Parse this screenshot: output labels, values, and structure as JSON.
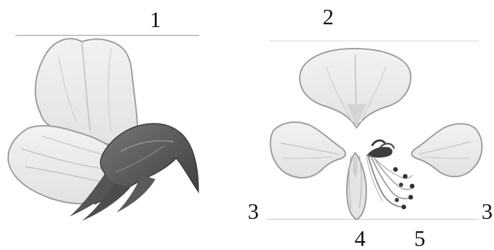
{
  "labels": {
    "one": "1",
    "two": "2",
    "three_left": "3",
    "three_right": "3",
    "four": "4",
    "five": "5"
  },
  "colors": {
    "petal_fill": "#ececec",
    "petal_stroke": "#9a9a9a",
    "vein": "#c8c8c8",
    "calyx_dark": "#4a4a4a",
    "calyx_mid": "#6c6c6c",
    "leader_line": "#bdbdbd"
  }
}
